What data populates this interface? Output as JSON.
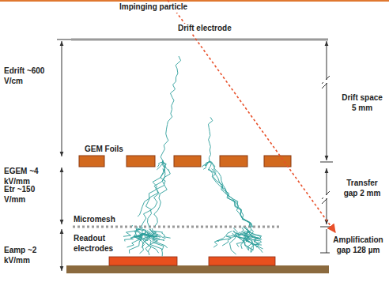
{
  "diagram": {
    "labels": [
      "Impinging particle",
      "Drift electrode",
      "Edrift ~600 V/cm",
      "EGEM ~4 kV/mm",
      "Etr ~150 V/mm",
      "Eamp ~2 kV/mm",
      "GEM Foils",
      "Micromesh",
      "Readout electrodes",
      "Drift space 5 mm",
      "Transfer gap 2 mm",
      "Amplification gap 128 µm"
    ]
  }
}
